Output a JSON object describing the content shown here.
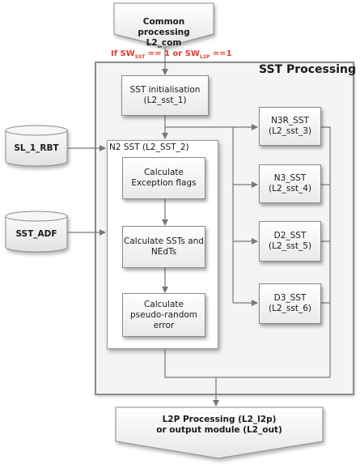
{
  "top_node": {
    "line1": "Common",
    "line2": "processing",
    "line3": "L2_com"
  },
  "condition": {
    "prefix": "If SW",
    "sub1": "SST",
    "middle": " == 1 or SW",
    "sub2": "L2P",
    "suffix": " ==1"
  },
  "sst_processing_title": "SST Processing",
  "sst_init": "SST initialisation\n(L2_sst_1)",
  "n2_title": "N2 SST (L2_SST_2)",
  "calc_exception": "Calculate\nException flags",
  "calc_ssts": "Calculate SSTs and\nNEdTs",
  "calc_random": "Calculate\npseudo-random\nerror",
  "n3r": "N3R_SST\n(L2_sst_3)",
  "n3": "N3_SST\n(L2_sst_4)",
  "d2": "D2_SST\n(L2_sst_5)",
  "d3": "D3_SST\n(L2_sst_6)",
  "db_sl1": "SL_1_RBT",
  "db_adf": "SST_ADF",
  "bottom_node": "L2P Processing (L2_l2p)\nor output module (L2_out)"
}
